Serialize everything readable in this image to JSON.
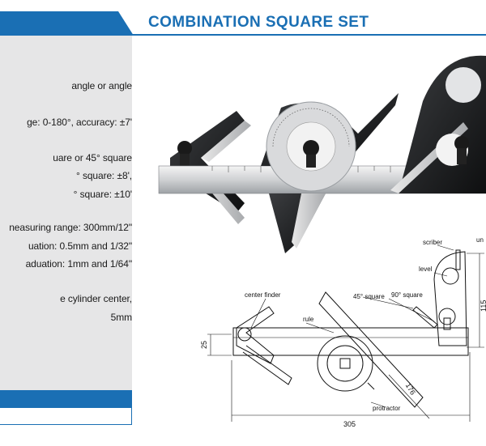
{
  "header": {
    "title": "COMBINATION SQUARE SET",
    "accent_color": "#1a6fb4"
  },
  "specs": [
    "angle or angle",
    "ge: 0-180°, accuracy: ±7'",
    "uare or 45° square",
    "° square: ±8',",
    "° square: ±10'",
    "neasuring range: 300mm/12\"",
    "uation: 0.5mm and 1/32\"",
    "aduation: 1mm and 1/64\"",
    "e cylinder center,",
    "5mm"
  ],
  "diagram": {
    "labels": {
      "scriber": "scriber",
      "unit": "un",
      "level": "level",
      "square_45": "45° square",
      "square_90": "90° square",
      "center_finder": "center finder",
      "rule": "rule",
      "protractor": "protractor"
    },
    "dimensions": {
      "height_right": "115",
      "height_left": "25",
      "diagonal": "176",
      "length": "305"
    }
  }
}
